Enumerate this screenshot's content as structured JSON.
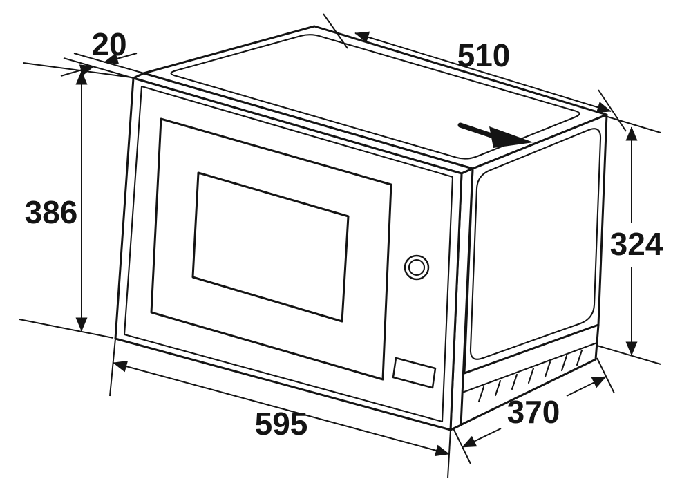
{
  "diagram": {
    "description": "Line drawing of a built-in microwave oven with trim frame, shown in oblique view with dimension arrows",
    "line_color": "#141414",
    "background_color": "#ffffff"
  },
  "dimensions": {
    "panel_thickness": {
      "label": "20"
    },
    "body_width": {
      "label": "510"
    },
    "panel_height": {
      "label": "386"
    },
    "body_height": {
      "label": "324"
    },
    "panel_width": {
      "label": "595"
    },
    "body_depth": {
      "label": "370"
    }
  }
}
